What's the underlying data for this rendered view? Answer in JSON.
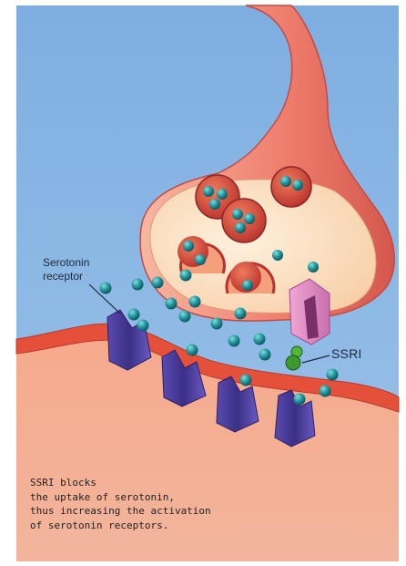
{
  "labels": {
    "receptor_line1": "Serotonin",
    "receptor_line2": "receptor",
    "ssri": "SSRI"
  },
  "caption": [
    "SSRI blocks",
    "the uptake of serotonin,",
    "thus increasing the activation",
    "of serotonin receptors."
  ],
  "colors": {
    "background": "#8fb8e6",
    "neuron": "#f0907a",
    "neuron_light": "#ffd7c4",
    "bouton_inside": "#ffe3c8",
    "vesicle": "#d9443a",
    "serotonin": "#1f7f86",
    "receptor": "#4b3a8c",
    "ssri_block": "#d77fb5",
    "ssri_molecule": "#3e9a2e",
    "post_membrane": "#e5553a"
  }
}
